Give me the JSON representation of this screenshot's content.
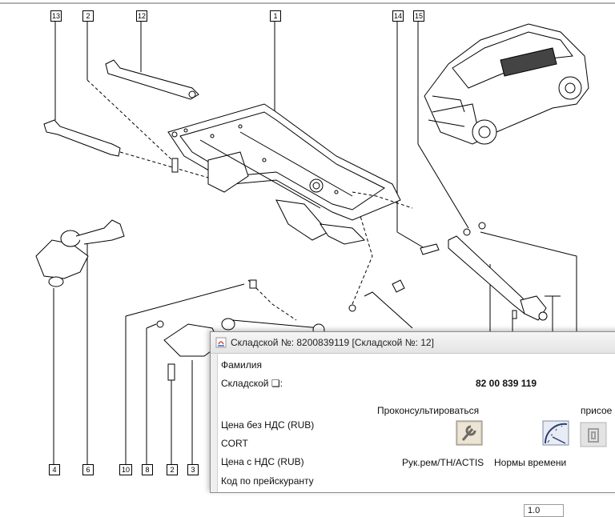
{
  "diagram": {
    "callouts": {
      "c13": "13",
      "c2_top": "2",
      "c12": "12",
      "c1": "1",
      "c14": "14",
      "c15": "15",
      "c4": "4",
      "c6": "6",
      "c10": "10",
      "c8": "8",
      "c2_bottom": "2",
      "c3": "3"
    }
  },
  "dialog": {
    "title": "Складской №: 8200839119 [Складской №: 12]",
    "labels": {
      "surname": "Фамилия",
      "part_number": "Складской ❏:",
      "price_no_vat": "Цена без НДС (RUB)",
      "cort": "CORT",
      "price_vat": "Цена с НДС (RUB)",
      "price_list_code": "Код по прейскуранту"
    },
    "values": {
      "part_number": "82 00 839 119"
    },
    "actions": {
      "consult": "Проконсультироваться",
      "attach": "присое",
      "manual": "Рук.рем/TH/ACTIS",
      "time_norms": "Нормы времени"
    },
    "spinner_value": "1.0"
  }
}
